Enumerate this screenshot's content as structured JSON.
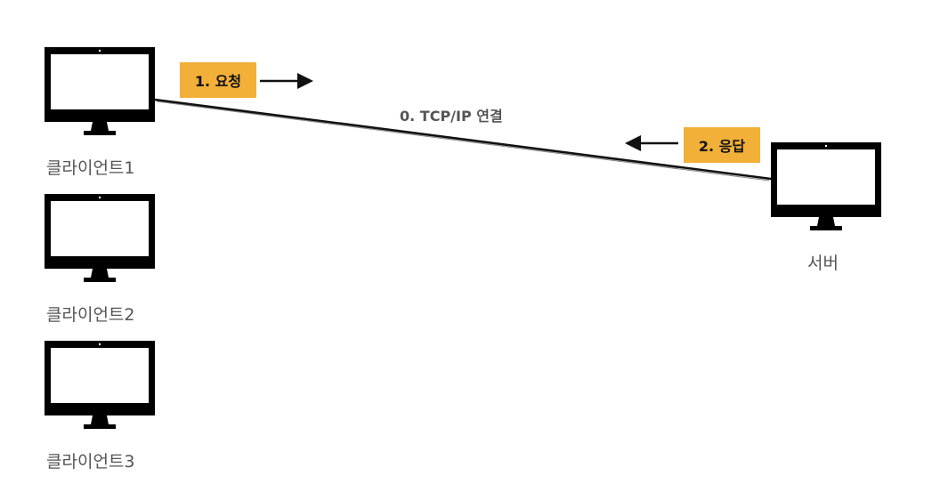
{
  "nodes": {
    "client1": "클라이언트1",
    "client2": "클라이언트2",
    "client3": "클라이언트3",
    "server": "서버"
  },
  "steps": {
    "connect": "0. TCP/IP 연결",
    "request": "1. 요청",
    "response": "2. 응답"
  },
  "colors": {
    "monitor": "#000000",
    "screen": "#ffffff",
    "step_tag": "#f2b039",
    "label_text": "#555555"
  },
  "icons": [
    "monitor-icon",
    "arrow-right-icon",
    "arrow-left-icon"
  ]
}
